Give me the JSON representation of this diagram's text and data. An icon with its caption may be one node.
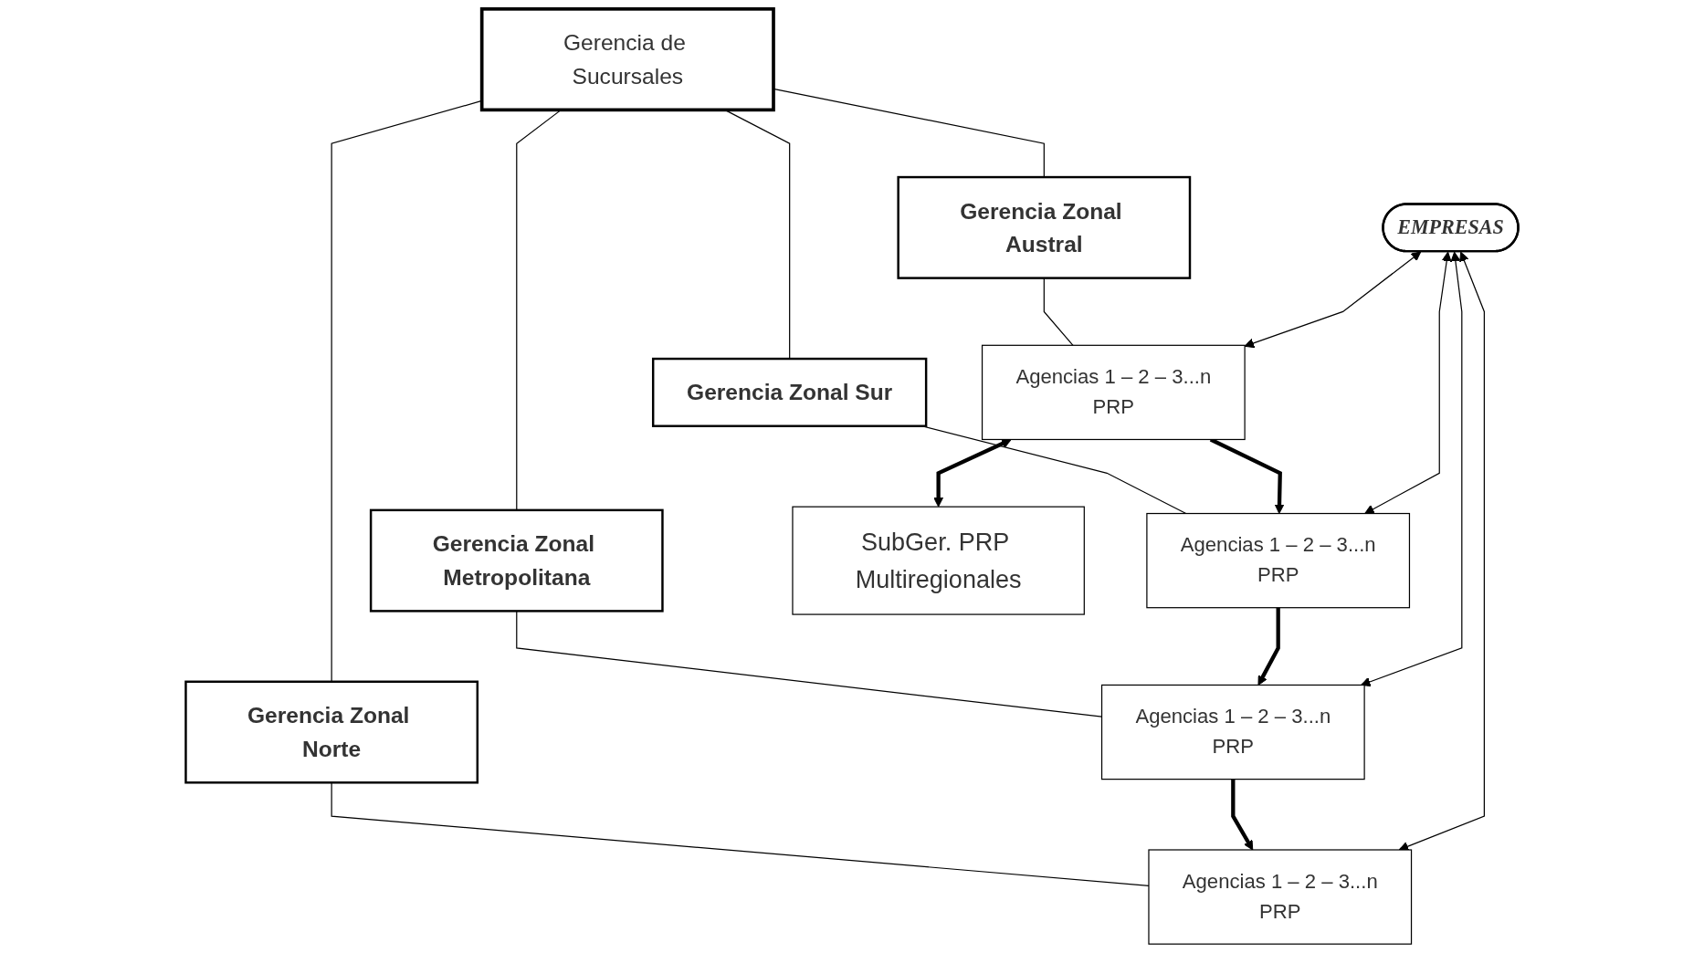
{
  "diagram": {
    "nodes": [
      {
        "text": [
          "Gerencia de Sucursales"
        ]
      },
      {
        "text": [
          "Gerencia Zonal Norte"
        ]
      },
      {
        "text": [
          "Gerencia Zonal Metropolitana"
        ]
      },
      {
        "text": [
          "Gerencia Zonal Sur"
        ]
      },
      {
        "text": [
          "Gerencia Zonal Austral"
        ]
      },
      {
        "text": [
          "Agencias 1 – 2 – 3...n",
          "PRP"
        ]
      },
      {
        "text": [
          "Agencias 1 – 2 – 3...n",
          "PRP"
        ]
      },
      {
        "text": [
          "Agencias 1 – 2 – 3...n",
          "PRP"
        ]
      },
      {
        "text": [
          "Agencias 1 – 2 – 3...n",
          "PRP"
        ]
      },
      {
        "text": [
          "SubGer. PRP Multiregionales"
        ]
      },
      {
        "text": [
          "EMPRESAS"
        ]
      }
    ],
    "edges": [
      {
        "from": 0,
        "to": 1,
        "arrow": "none"
      },
      {
        "from": 0,
        "to": 2,
        "arrow": "none"
      },
      {
        "from": 0,
        "to": 3,
        "arrow": "none"
      },
      {
        "from": 0,
        "to": 4,
        "arrow": "none"
      },
      {
        "from": 1,
        "to": 5,
        "arrow": "none"
      },
      {
        "from": 2,
        "to": 6,
        "arrow": "none"
      },
      {
        "from": 3,
        "to": 7,
        "arrow": "none"
      },
      {
        "from": 4,
        "to": 8,
        "arrow": "none"
      },
      {
        "from": 6,
        "to": 5,
        "arrow": "to",
        "style": "thick"
      },
      {
        "from": 7,
        "to": 6,
        "arrow": "to",
        "style": "thick"
      },
      {
        "from": 8,
        "to": 7,
        "arrow": "to",
        "style": "thick"
      },
      {
        "from": 8,
        "to": 9,
        "arrow": "both",
        "style": "thick"
      },
      {
        "from": 10,
        "to": 5,
        "arrow": "both"
      },
      {
        "from": 10,
        "to": 6,
        "arrow": "both"
      },
      {
        "from": 10,
        "to": 7,
        "arrow": "both"
      },
      {
        "from": 10,
        "to": 8,
        "arrow": "both"
      }
    ]
  }
}
